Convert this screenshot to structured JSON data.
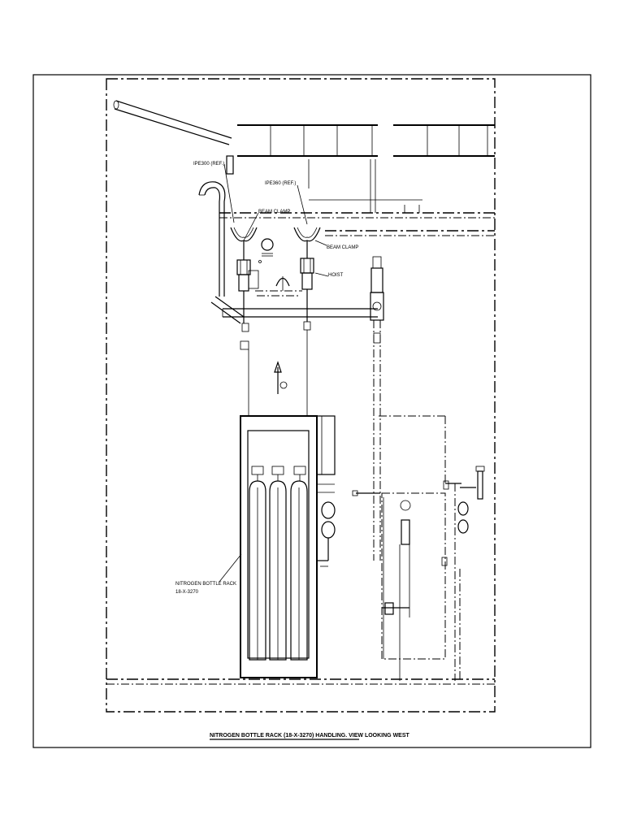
{
  "drawing": {
    "title": "NITROGEN BOTTLE RACK (18-X-3270) HANDLING. VIEW LOOKING WEST",
    "labels": {
      "ipe_left": "IPE300 (REF.)",
      "ipe_right": "IPE360 (REF.)",
      "beam_clamp_left": "BEAM CLAMP",
      "beam_clamp_right": "BEAM CLAMP",
      "hoist": "HOIST",
      "rack_line1": "NITROGEN BOTTLE RACK",
      "rack_line2": "18-X-3270"
    }
  }
}
